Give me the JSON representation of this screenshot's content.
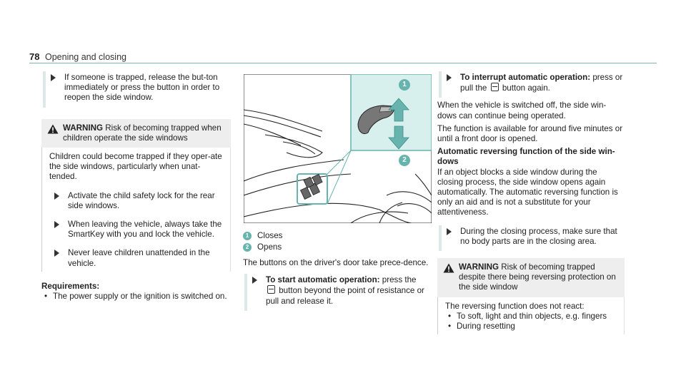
{
  "header": {
    "page_number": "78",
    "section_title": "Opening and closing"
  },
  "col1": {
    "step_trapped": "If someone is trapped, release the but-ton immediately or press the button in order to reopen the side window.",
    "warning": {
      "label": "WARNING",
      "title": "Risk of becoming trapped when children operate the side windows",
      "body": "Children could become trapped if they oper-ate the side windows, particularly when unat-tended.",
      "steps": [
        "Activate the child safety lock for the rear side windows.",
        "When leaving the vehicle, always take the SmartKey with you and lock the vehicle.",
        "Never leave children unattended in the vehicle."
      ]
    },
    "requirements_label": "Requirements:",
    "requirements": [
      "The power supply or the ignition is switched on."
    ]
  },
  "col2": {
    "legend": [
      {
        "num": "1",
        "text": "Closes"
      },
      {
        "num": "2",
        "text": "Opens"
      }
    ],
    "para": "The buttons on the driver's door take prece-dence.",
    "step_start_label": "To start automatic operation:",
    "step_start_a": "press the",
    "step_start_b": "button beyond the point of resistance or pull and release it."
  },
  "col3": {
    "step_interrupt_label": "To interrupt automatic operation:",
    "step_interrupt_a": "press or pull the",
    "step_interrupt_b": "button again.",
    "para1": "When the vehicle is switched off, the side win-dows can continue being operated.",
    "para2": "The function is available for around five minutes or until a front door is opened.",
    "subheading": "Automatic reversing function of the side win-dows",
    "para3": "If an object blocks a side window during the closing process, the side window opens again automatically. The automatic reversing function is only an aid and is not a substitute for your attentiveness.",
    "step_closing": "During the closing process, make sure that no body parts are in the closing area.",
    "warning": {
      "label": "WARNING",
      "title": "Risk of becoming trapped despite there being reversing protection on the side window",
      "body": "The reversing function does not react:",
      "bullets": [
        "To soft, light and thin objects, e.g. fingers",
        "During resetting"
      ]
    }
  },
  "figure": {
    "callouts": [
      "1",
      "2"
    ],
    "accent": "#66b4ad",
    "highlight_bg": "#d7f0ee"
  }
}
